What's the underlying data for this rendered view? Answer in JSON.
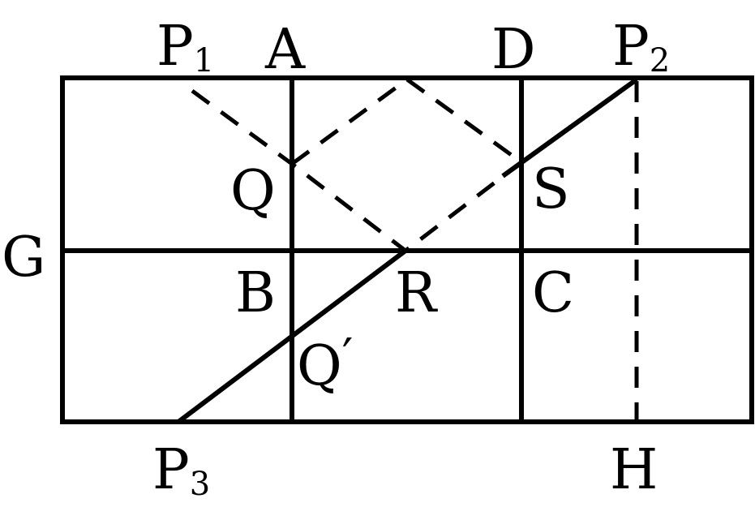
{
  "diagram": {
    "points": {
      "P1": {
        "base": "P",
        "sub": "1"
      },
      "A": "A",
      "D": "D",
      "P2": {
        "base": "P",
        "sub": "2"
      },
      "Q": "Q",
      "S": "S",
      "G": "G",
      "B": "B",
      "R": "R",
      "C": "C",
      "Qprime": {
        "base": "Q",
        "prime": "′"
      },
      "P3": {
        "base": "P",
        "sub": "3"
      },
      "H": "H"
    },
    "line_color": "#000000"
  }
}
